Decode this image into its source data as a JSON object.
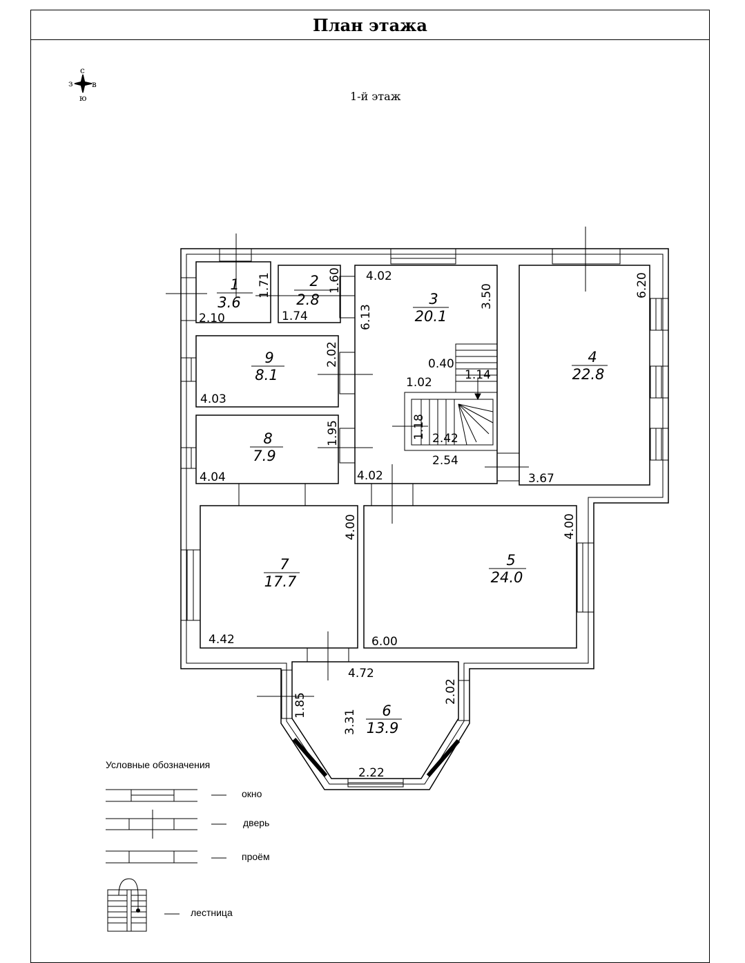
{
  "header": {
    "title": "План этажа"
  },
  "floor_label": "1-й этаж",
  "compass": {
    "north": "с",
    "south": "ю",
    "west": "з",
    "east": "в"
  },
  "rooms": [
    {
      "num": "1",
      "area": "3.6"
    },
    {
      "num": "2",
      "area": "2.8"
    },
    {
      "num": "3",
      "area": "20.1"
    },
    {
      "num": "4",
      "area": "22.8"
    },
    {
      "num": "5",
      "area": "24.0"
    },
    {
      "num": "6",
      "area": "13.9"
    },
    {
      "num": "7",
      "area": "17.7"
    },
    {
      "num": "8",
      "area": "7.9"
    },
    {
      "num": "9",
      "area": "8.1"
    }
  ],
  "dimensions": {
    "r1_v": "1.71",
    "r1_h": "2.10",
    "r2_v": "1.60",
    "r2_h": "1.74",
    "r3_top": "4.02",
    "r3_left": "6.13",
    "r3_right": "3.50",
    "r3_bottom": "4.02",
    "stair_a": "0.40",
    "stair_b": "1.14",
    "stair_c": "1.02",
    "stair_d": "1.18",
    "stair_e": "2.42",
    "stair_f": "2.54",
    "r4_v": "6.20",
    "r4_h": "3.67",
    "r9_v": "2.02",
    "r9_h": "4.03",
    "r8_v": "1.95",
    "r8_h": "4.04",
    "r7_v": "4.00",
    "r7_h": "4.42",
    "r5_v": "4.00",
    "r5_h": "6.00",
    "r6_top": "4.72",
    "r6_left": "1.85",
    "r6_inner": "3.31",
    "r6_right": "2.02",
    "r6_bottom": "2.22"
  },
  "legend": {
    "title": "Условные обозначения",
    "window": "окно",
    "door": "дверь",
    "opening": "проём",
    "stairs": "лестница",
    "dash": "—"
  }
}
